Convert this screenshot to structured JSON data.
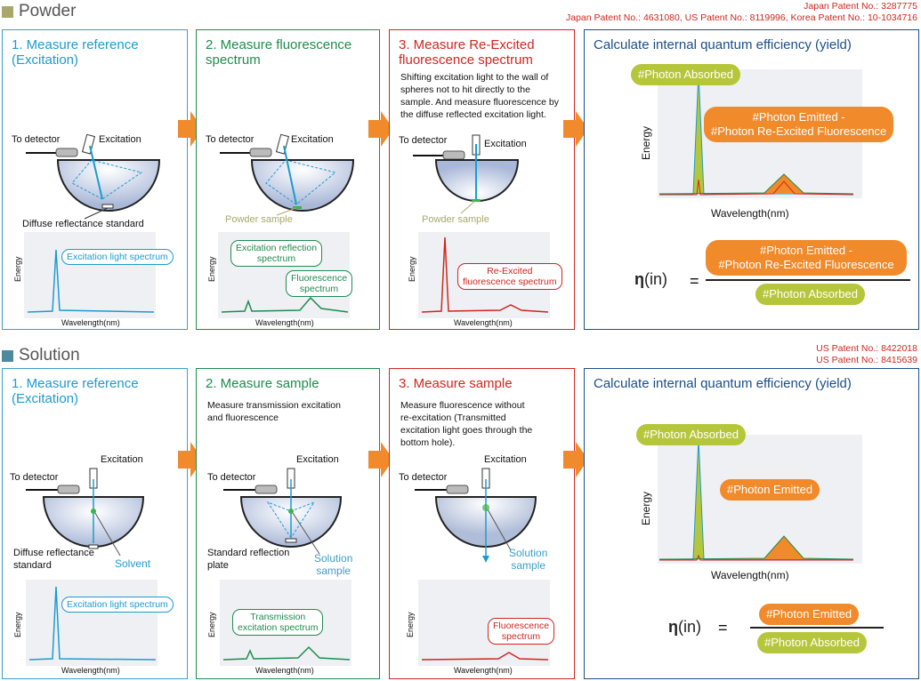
{
  "sections": {
    "powder": "Powder",
    "solution": "Solution"
  },
  "patents": {
    "powder": [
      "Japan Patent No.: 3287775",
      "Japan Patent No.: 4631080, US Patent No.: 8119996, Korea Patent No.: 10-1034716"
    ],
    "solution": [
      "US Patent No.: 8422018",
      "US Patent No.: 8415639"
    ]
  },
  "colors": {
    "blue": "#1d9bd1",
    "green": "#1e8c4e",
    "red": "#d0261e",
    "navy": "#1a4f8a",
    "orange": "#f08a2a",
    "olive": "#b6c63a"
  },
  "powder": {
    "p1": {
      "title": "1. Measure reference\n(Excitation)",
      "to_detector": "To detector",
      "excitation": "Excitation",
      "standard": "Diffuse reflectance standard",
      "callout": "Excitation light spectrum",
      "energy": "Energy",
      "wavelength": "Wavelength(nm)"
    },
    "p2": {
      "title": "2. Measure fluorescence\nspectrum",
      "to_detector": "To detector",
      "excitation": "Excitation",
      "sample": "Powder sample",
      "callout1": "Excitation reflection\nspectrum",
      "callout2": "Fluorescence\nspectrum",
      "energy": "Energy",
      "wavelength": "Wavelength(nm)"
    },
    "p3": {
      "title": "3. Measure Re-Excited\nfluorescence spectrum",
      "desc": "Shifting excitation light to the wall of\nspheres not to hit directly to the\nsample. And measure fluorescence by\nthe diffuse reflected excitation light.",
      "to_detector": "To detector",
      "excitation": "Excitation",
      "sample": "Powder sample",
      "callout": "Re-Excited\nfluorescence spectrum",
      "energy": "Energy",
      "wavelength": "Wavelength(nm)"
    },
    "p4": {
      "title": "Calculate internal quantum efficiency (yield)",
      "absorbed": "#Photon Absorbed",
      "emitted": "#Photon Emitted -\n#Photon Re-Excited Fluorescence",
      "energy": "Energy",
      "wavelength": "Wavelength(nm)",
      "eta": "η",
      "eta_sub": "(in)",
      "equals": "=",
      "num": "#Photon Emitted -\n#Photon Re-Excited Fluorescence",
      "den": "#Photon Absorbed"
    }
  },
  "solution": {
    "p1": {
      "title": "1. Measure reference\n(Excitation)",
      "to_detector": "To detector",
      "excitation": "Excitation",
      "standard": "Diffuse reflectance\nstandard",
      "solvent": "Solvent",
      "callout": "Excitation light spectrum",
      "energy": "Energy",
      "wavelength": "Wavelength(nm)"
    },
    "p2": {
      "title": "2. Measure sample",
      "desc": "Measure transmission excitation\nand fluorescence",
      "to_detector": "To detector",
      "excitation": "Excitation",
      "plate": "Standard reflection\nplate",
      "sample": "Solution\nsample",
      "callout": "Transmission\nexcitation spectrum",
      "energy": "Energy",
      "wavelength": "Wavelength(nm)"
    },
    "p3": {
      "title": "3. Measure sample",
      "desc": "Measure fluorescence without\nre-excitation (Transmitted\nexcitation light goes through the\nbottom hole).",
      "to_detector": "To detector",
      "excitation": "Excitation",
      "sample": "Solution\nsample",
      "callout": "Fluorescence\nspectrum",
      "energy": "Energy",
      "wavelength": "Wavelength(nm)"
    },
    "p4": {
      "title": "Calculate internal quantum efficiency (yield)",
      "absorbed": "#Photon Absorbed",
      "emitted": "#Photon Emitted",
      "energy": "Energy",
      "wavelength": "Wavelength(nm)",
      "eta": "η",
      "eta_sub": "(in)",
      "equals": "=",
      "num": "#Photon Emitted",
      "den": "#Photon Absorbed"
    }
  }
}
